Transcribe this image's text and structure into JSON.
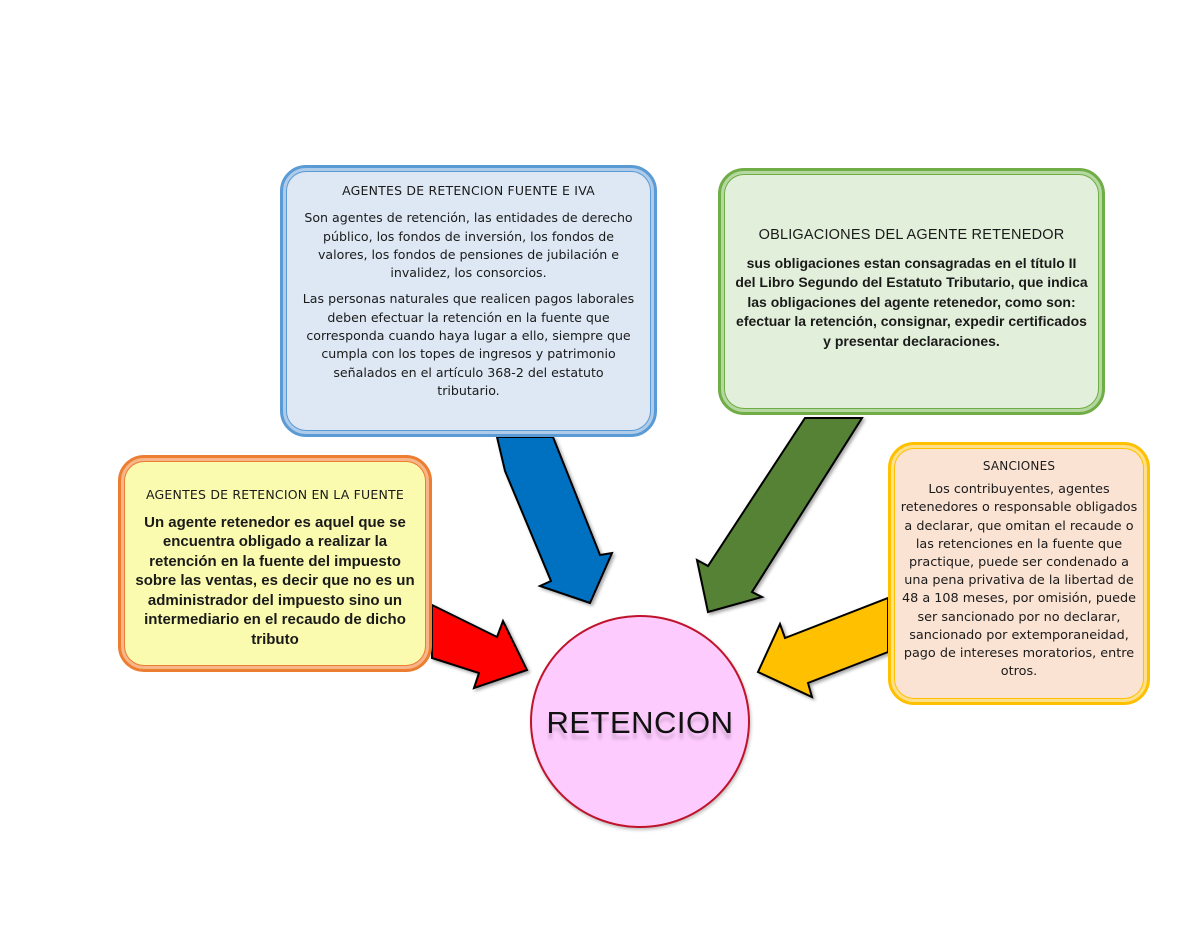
{
  "diagram": {
    "center": {
      "label": "RETENCION",
      "fill": "#fecbfe",
      "stroke": "#c0132b"
    },
    "nodes": {
      "blue": {
        "title": "AGENTES DE RETENCION FUENTE E IVA",
        "paragraphs": [
          "Son agentes de retención, las entidades de derecho público, los fondos de inversión, los fondos de valores, los fondos de pensiones de jubilación e invalidez, los consorcios.",
          "Las personas naturales que realicen pagos laborales deben efectuar la retención en la fuente que corresponda cuando haya lugar a ello, siempre que cumpla con los topes de ingresos y patrimonio señalados en el artículo 368-2 del estatuto tributario."
        ],
        "fill": "#dde8f4",
        "border": "#5b9bd5",
        "arrow_color": "#0070c0"
      },
      "green": {
        "title": "OBLIGACIONES DEL AGENTE RETENEDOR",
        "paragraphs": [
          "sus obligaciones estan consagradas en el título II del Libro Segundo del Estatuto Tributario,  que indica las obligaciones del agente retenedor, como son: efectuar la retención, consignar, expedir certificados y presentar declaraciones."
        ],
        "fill": "#e2efda",
        "border": "#70ad47",
        "arrow_color": "#548235"
      },
      "yellow": {
        "title": "AGENTES DE RETENCION EN LA FUENTE",
        "paragraphs": [
          "Un agente retenedor es aquel que se encuentra obligado a realizar la retención en la fuente del impuesto sobre las ventas, es decir que no es un administrador del impuesto sino un intermediario en el recaudo de dicho tributo"
        ],
        "fill": "#fafbaf",
        "border": "#ed7d31",
        "arrow_color": "#ff0000"
      },
      "orange": {
        "title": "SANCIONES",
        "paragraphs": [
          "Los contribuyentes, agentes retenedores o responsable obligados a declarar, que omitan el recaude o las retenciones en la fuente que practique, puede ser condenado a una pena privativa de la libertad de 48 a 108 meses, por omisión, puede ser sancionado por no declarar, sancionado por extemporaneidad, pago de intereses moratorios, entre otros."
        ],
        "fill": "#fbe3d4",
        "border": "#ffc000",
        "arrow_color": "#ffc000"
      }
    }
  }
}
